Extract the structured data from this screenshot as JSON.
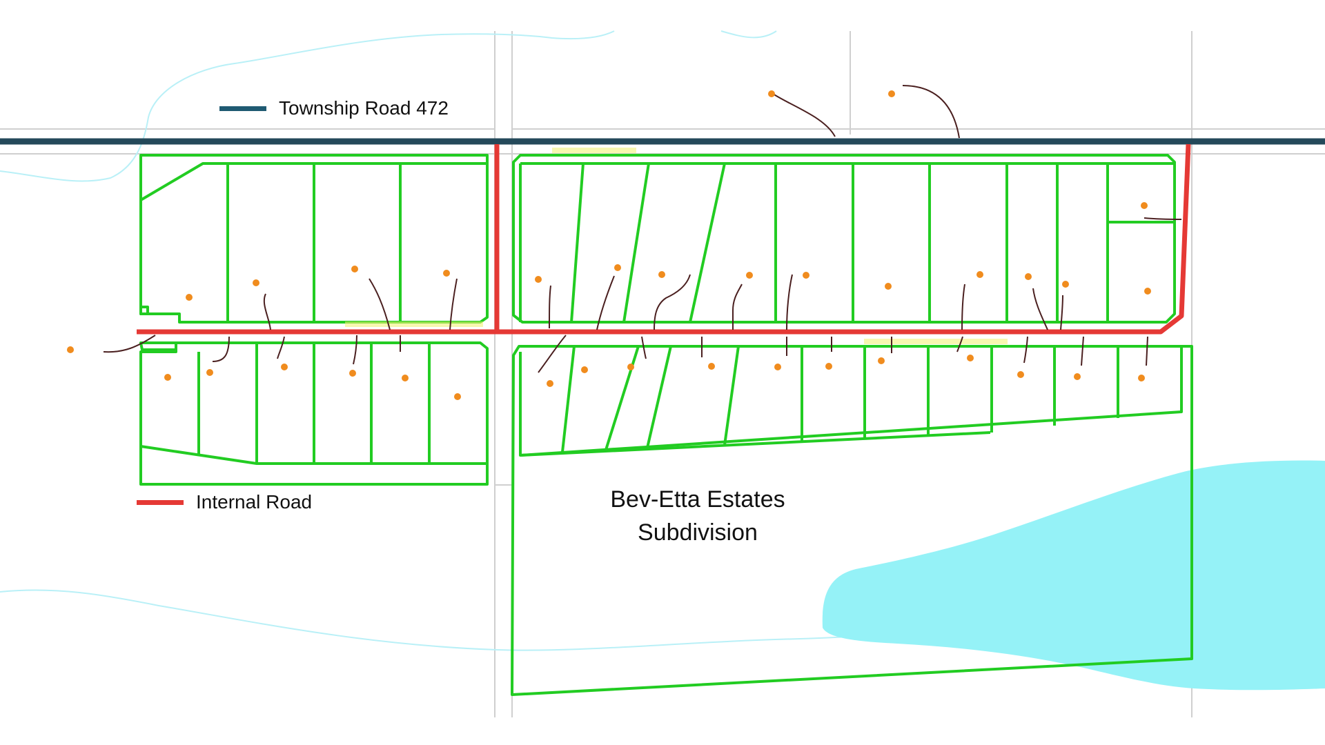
{
  "legend": {
    "township_road": {
      "label": "Township Road 472",
      "color": "#1f5a72"
    },
    "internal_road": {
      "label": "Internal Road",
      "color": "#e53935"
    }
  },
  "subdivision": {
    "line1": "Bev-Etta Estates",
    "line2": "Subdivision"
  },
  "colors": {
    "parcel_lines": "#22cc22",
    "water": "#95f2f7",
    "water_outline": "#b9f0f7",
    "grid_lines": "#cccccc",
    "dots": "#f08c1e",
    "driveways": "#4a1f1f"
  },
  "icons": {
    "water_well_marker": "orange-dot"
  }
}
